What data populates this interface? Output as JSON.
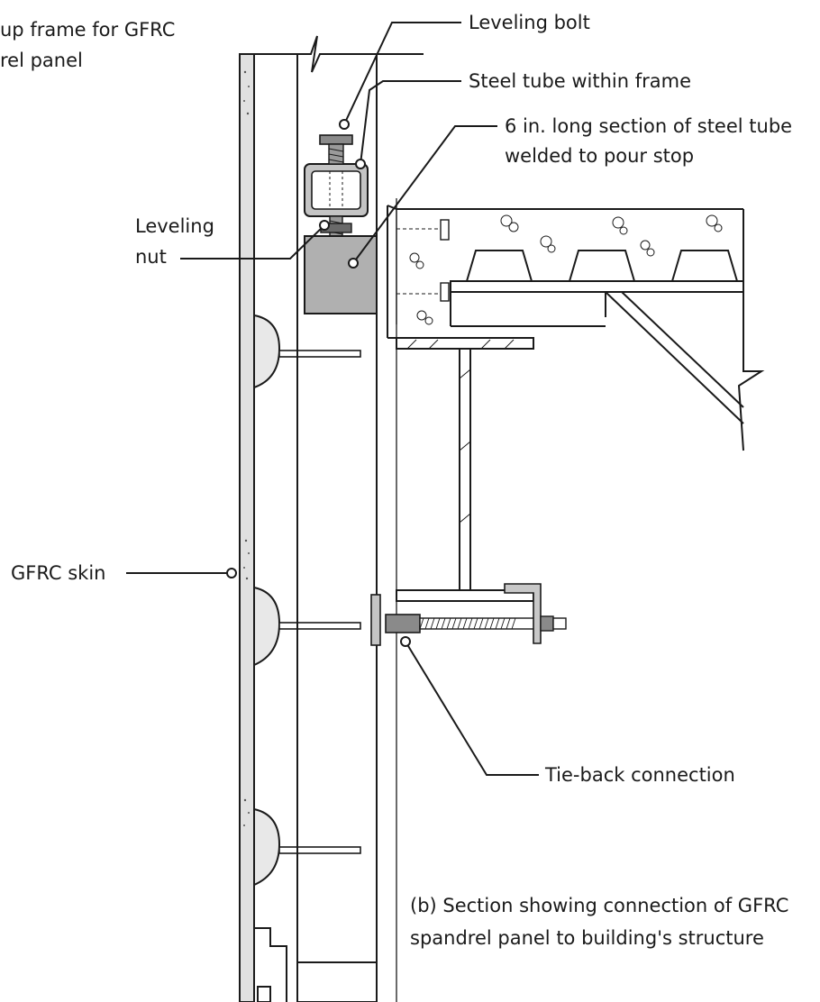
{
  "labels": {
    "frame_line1": "up frame for GFRC",
    "frame_line2": "rel panel",
    "leveling_bolt": "Leveling bolt",
    "steel_tube": "Steel tube within frame",
    "section_line1": "6 in. long section of steel tube",
    "section_line2": "welded to pour stop",
    "leveling_nut_line1": "Leveling",
    "leveling_nut_line2": "nut",
    "gfrc_skin": "GFRC skin",
    "tie_back": "Tie-back connection",
    "caption_line1": "(b)  Section showing connection of GFRC",
    "caption_line2": "spandrel panel to building's structure"
  },
  "colors": {
    "ink": "#1a1a1a",
    "shade": "#b0b0b0",
    "light_shade": "#e0e0e0"
  }
}
